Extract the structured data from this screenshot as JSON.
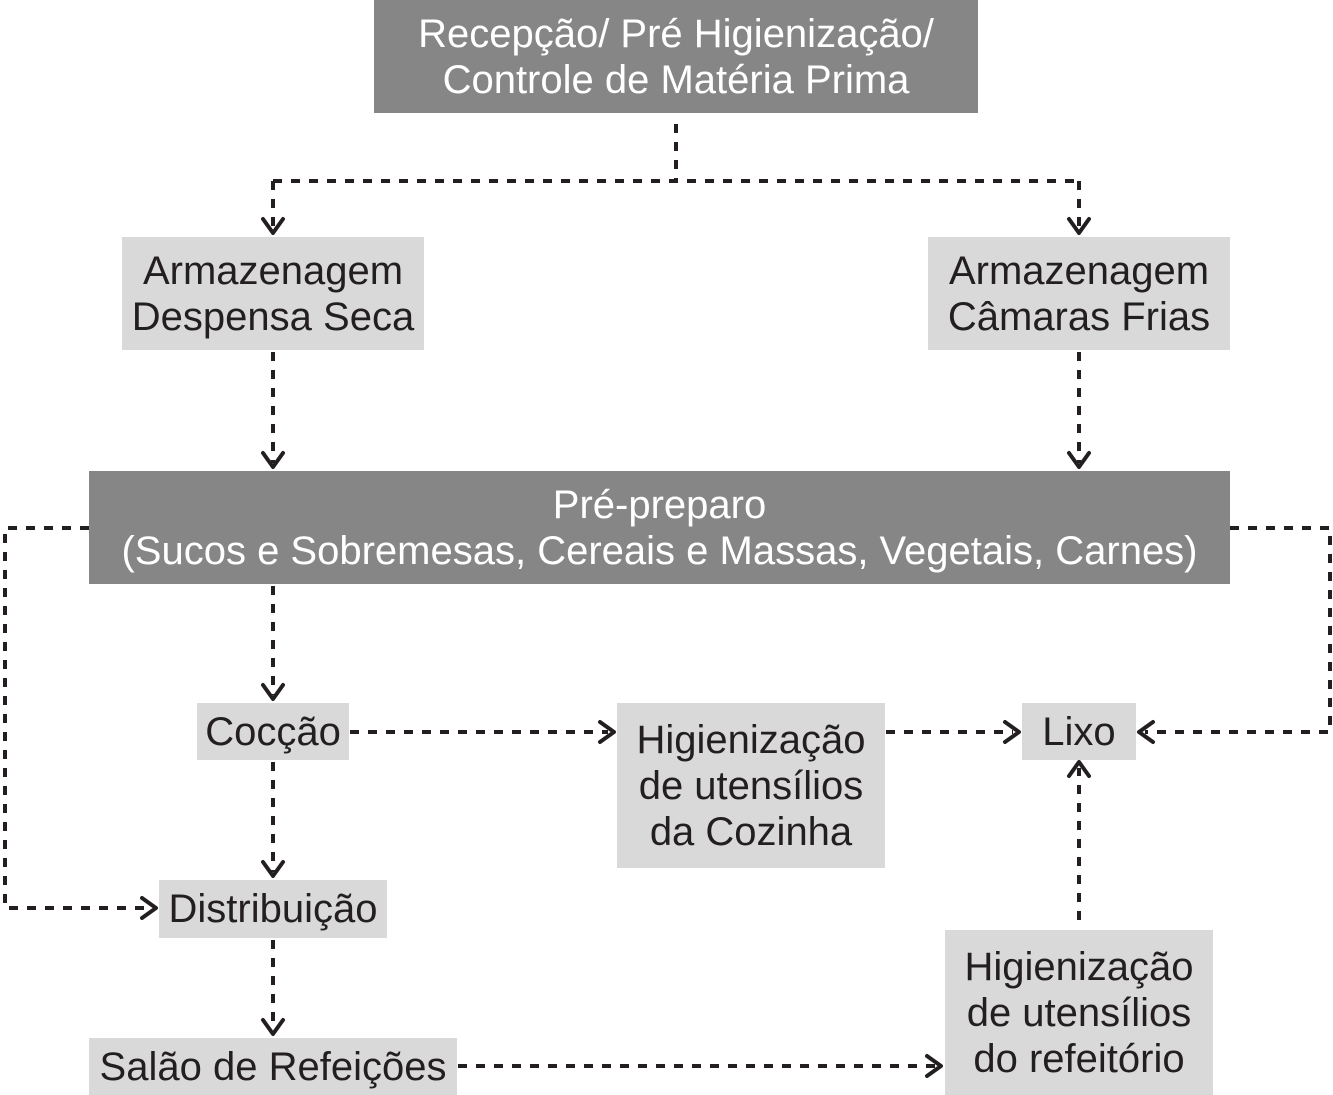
{
  "nodes": {
    "recepcao": {
      "lines": [
        "Recepção/ Pré Higienização/",
        "Controle de Matéria Prima"
      ]
    },
    "despensa_seca": {
      "lines": [
        "Armazenagem",
        "Despensa Seca"
      ]
    },
    "camaras_frias": {
      "lines": [
        "Armazenagem",
        "Câmaras Frias"
      ]
    },
    "pre_preparo": {
      "lines": [
        "Pré-preparo",
        "(Sucos e Sobremesas, Cereais e Massas, Vegetais, Carnes)"
      ]
    },
    "coccao": {
      "lines": [
        "Cocção"
      ]
    },
    "higienizacao_cozinha": {
      "lines": [
        "Higienização",
        "de utensílios",
        "da Cozinha"
      ]
    },
    "lixo": {
      "lines": [
        "Lixo"
      ]
    },
    "distribuicao": {
      "lines": [
        "Distribuição"
      ]
    },
    "salao": {
      "lines": [
        "Salão de Refeições"
      ]
    },
    "higienizacao_refeitorio": {
      "lines": [
        "Higienização",
        "de utensílios",
        "do refeitório"
      ]
    }
  },
  "colors": {
    "dark_box": "#868686",
    "light_box": "#d9d9d9",
    "arrow": "#231f20"
  },
  "flow": [
    [
      "recepcao",
      "despensa_seca"
    ],
    [
      "recepcao",
      "camaras_frias"
    ],
    [
      "despensa_seca",
      "pre_preparo"
    ],
    [
      "camaras_frias",
      "pre_preparo"
    ],
    [
      "pre_preparo",
      "coccao"
    ],
    [
      "pre_preparo",
      "distribuicao"
    ],
    [
      "pre_preparo",
      "lixo"
    ],
    [
      "coccao",
      "higienizacao_cozinha"
    ],
    [
      "higienizacao_cozinha",
      "lixo"
    ],
    [
      "coccao",
      "distribuicao"
    ],
    [
      "distribuicao",
      "salao"
    ],
    [
      "salao",
      "higienizacao_refeitorio"
    ],
    [
      "higienizacao_refeitorio",
      "lixo"
    ]
  ]
}
